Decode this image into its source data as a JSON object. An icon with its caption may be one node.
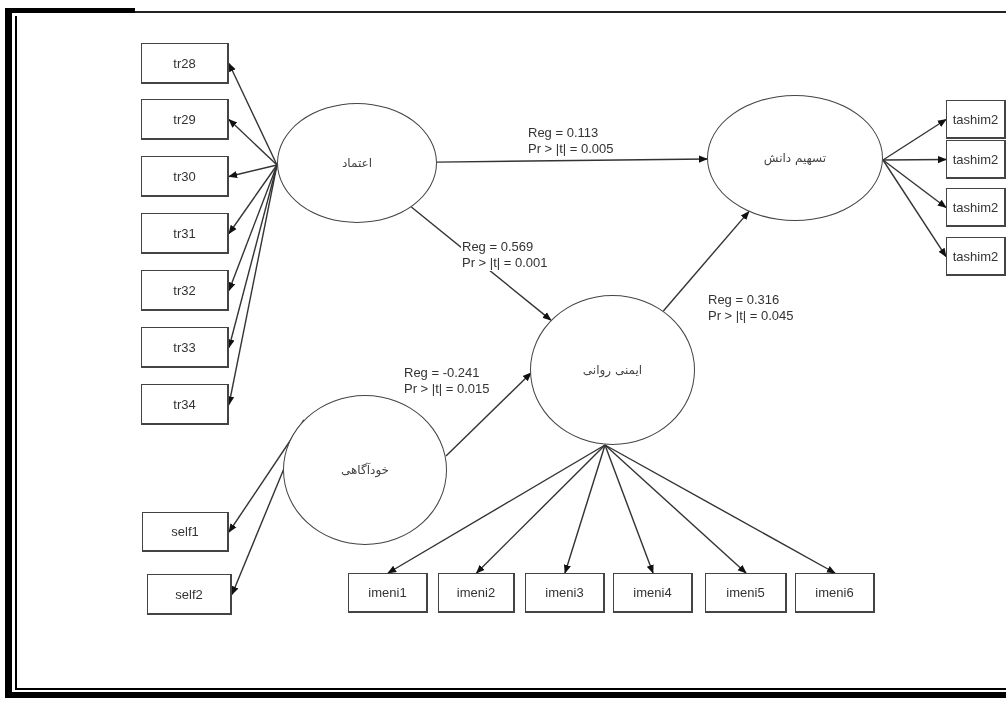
{
  "diagram": {
    "nodes": [
      {
        "text": [
          "اعتماد"
        ]
      },
      {
        "text": [
          "تسهیم دانش"
        ]
      },
      {
        "text": [
          "ایمنی روانی"
        ]
      },
      {
        "text": [
          "خودآگاهی"
        ]
      },
      {
        "text": [
          "tr28"
        ]
      },
      {
        "text": [
          "tr29"
        ]
      },
      {
        "text": [
          "tr30"
        ]
      },
      {
        "text": [
          "tr31"
        ]
      },
      {
        "text": [
          "tr32"
        ]
      },
      {
        "text": [
          "tr33"
        ]
      },
      {
        "text": [
          "tr34"
        ]
      },
      {
        "text": [
          "tashim2"
        ]
      },
      {
        "text": [
          "tashim2"
        ]
      },
      {
        "text": [
          "tashim2"
        ]
      },
      {
        "text": [
          "tashim2"
        ]
      },
      {
        "text": [
          "self1"
        ]
      },
      {
        "text": [
          "self2"
        ]
      },
      {
        "text": [
          "imeni1"
        ]
      },
      {
        "text": [
          "imeni2"
        ]
      },
      {
        "text": [
          "imeni3"
        ]
      },
      {
        "text": [
          "imeni4"
        ]
      },
      {
        "text": [
          "imeni5"
        ]
      },
      {
        "text": [
          "imeni6"
        ]
      }
    ],
    "edges": [
      {
        "from": 0,
        "to": 4,
        "arrow": "to"
      },
      {
        "from": 0,
        "to": 5,
        "arrow": "to"
      },
      {
        "from": 0,
        "to": 6,
        "arrow": "to"
      },
      {
        "from": 0,
        "to": 7,
        "arrow": "to"
      },
      {
        "from": 0,
        "to": 8,
        "arrow": "to"
      },
      {
        "from": 0,
        "to": 9,
        "arrow": "to"
      },
      {
        "from": 0,
        "to": 10,
        "arrow": "to"
      },
      {
        "from": 1,
        "to": 11,
        "arrow": "to"
      },
      {
        "from": 1,
        "to": 12,
        "arrow": "to"
      },
      {
        "from": 1,
        "to": 13,
        "arrow": "to"
      },
      {
        "from": 1,
        "to": 14,
        "arrow": "to"
      },
      {
        "from": 2,
        "to": 17,
        "arrow": "to"
      },
      {
        "from": 2,
        "to": 18,
        "arrow": "to"
      },
      {
        "from": 2,
        "to": 19,
        "arrow": "to"
      },
      {
        "from": 2,
        "to": 20,
        "arrow": "to"
      },
      {
        "from": 2,
        "to": 21,
        "arrow": "to"
      },
      {
        "from": 2,
        "to": 22,
        "arrow": "to"
      },
      {
        "from": 3,
        "to": 15,
        "arrow": "to"
      },
      {
        "from": 3,
        "to": 16,
        "arrow": "to"
      },
      {
        "from": 0,
        "to": 1,
        "arrow": "to",
        "label": "Reg = 0.113 Pr > |t| = 0.005"
      },
      {
        "from": 0,
        "to": 2,
        "arrow": "to",
        "label": "Reg = 0.569 Pr > |t| = 0.001"
      },
      {
        "from": 3,
        "to": 2,
        "arrow": "to",
        "label": "Reg = -0.241 Pr > |t| = 0.015"
      },
      {
        "from": 2,
        "to": 1,
        "arrow": "to",
        "label": "Reg = 0.316 Pr > |t| = 0.045"
      }
    ]
  }
}
